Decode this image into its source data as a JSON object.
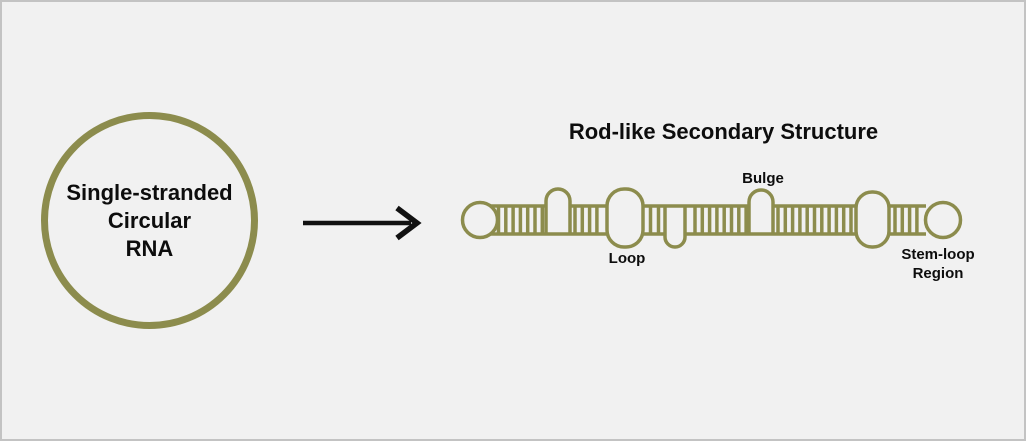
{
  "left_node": {
    "label_lines": [
      "Single-stranded",
      "Circular",
      "RNA"
    ]
  },
  "rod_diagram": {
    "title": "Rod-like Secondary Structure",
    "labels": {
      "bulge": "Bulge",
      "loop": "Loop",
      "stem_loop_line1": "Stem-loop",
      "stem_loop_line2": "Region"
    }
  },
  "icons": {
    "arrow": "arrow-right-icon"
  },
  "colors": {
    "structure_olive": "#8C8C4D",
    "background": "#F1F1F1",
    "text": "#0D0D0D",
    "arrow_black": "#111111",
    "page_border": "#C3C3C3"
  }
}
